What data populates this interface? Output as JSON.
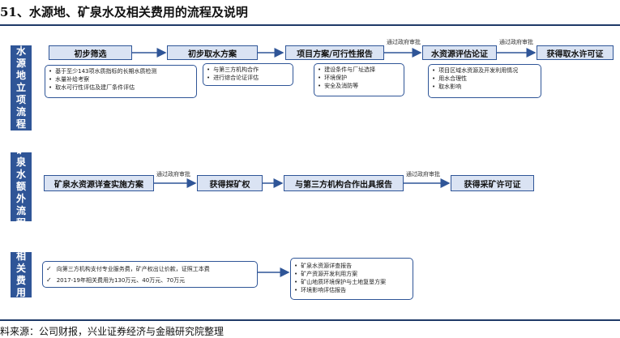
{
  "title": "51、水源地、矿泉水及相关费用的流程及说明",
  "sections": {
    "water_source": {
      "label": [
        "水",
        "源",
        "地",
        "立",
        "项",
        "流",
        "程"
      ],
      "steps": [
        "初步筛选",
        "初步取水方案",
        "项目方案/可行性报告",
        "水资源评估论证",
        "获得取水许可证"
      ],
      "arrow_labels": [
        "通过政府审批",
        "通过政府审批"
      ],
      "notes": [
        [
          "基于至少143项水质指标的长期水质检测",
          "水量补给考察",
          "取水可行性评估及建厂条件评估"
        ],
        [
          "与第三方机构合作",
          "进行综合论证评估"
        ],
        [
          "建设条件与厂址选择",
          "环境保护",
          "安全及消防等"
        ],
        [
          "项目区域水资源及开发利用情况",
          "用水合理性",
          "取水影响"
        ]
      ]
    },
    "mineral_water": {
      "label": [
        "矿",
        "泉",
        "水",
        "额",
        "外",
        "流",
        "程"
      ],
      "steps": [
        "矿泉水资源详查实施方案",
        "获得探矿权",
        "与第三方机构合作出具报告",
        "获得采矿许可证"
      ],
      "arrow_labels": [
        "通过政府审批",
        "通过政府审批"
      ]
    },
    "related_costs": {
      "label": [
        "相",
        "关",
        "费",
        "用"
      ],
      "cost_notes": [
        "向第三方机构支付专业服务费，矿产权出让价款，证照工本费",
        "2017-19年相关费用为130万元、40万元、70万元"
      ],
      "reports": [
        "矿泉水资源详查报告",
        "矿产资源开发利用方案",
        "矿山地质环境保护与土地复垦方案",
        "环境影响评估报告"
      ]
    }
  },
  "footer": "料来源：公司财报，兴业证券经济与金融研究院整理",
  "colors": {
    "accent": "#2f5597",
    "box_fill": "#dae3f3",
    "rule": "#1f3a68"
  }
}
